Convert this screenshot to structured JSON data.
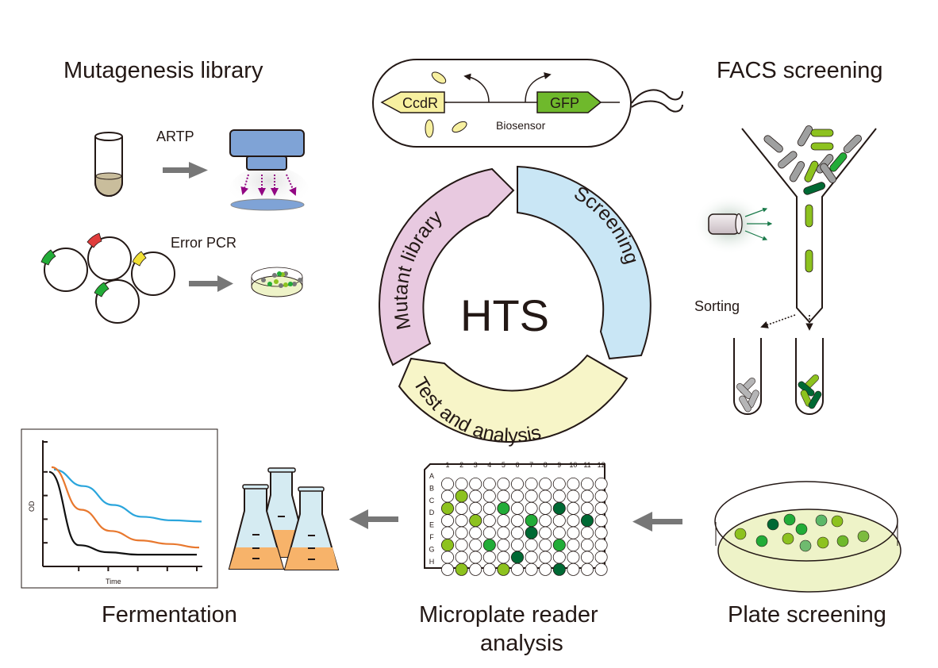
{
  "titles": {
    "mutagenesis": "Mutagenesis library",
    "facs": "FACS screening",
    "fermentation": "Fermentation",
    "microplate_line1": "Microplate reader",
    "microplate_line2": "analysis",
    "plate": "Plate screening"
  },
  "mutagenesis": {
    "artp_label": "ARTP",
    "error_pcr_label": "Error PCR"
  },
  "biosensor": {
    "label": "Biosensor",
    "gene_left": "CcdR",
    "gene_right": "GFP"
  },
  "cycle": {
    "center": "HTS",
    "segments": [
      {
        "label": "Mutant library",
        "color": "#e8c9e0"
      },
      {
        "label": "Screening",
        "color": "#c9e6f5"
      },
      {
        "label": "Test and analysis",
        "color": "#f7f5c8"
      }
    ]
  },
  "facs": {
    "sorting_label": "Sorting"
  },
  "chart_data": {
    "type": "line",
    "title": "",
    "xlabel": "Time",
    "ylabel": "OD",
    "grid": false,
    "x": [
      0,
      1,
      2,
      3,
      4,
      5
    ],
    "series": [
      {
        "name": "blue",
        "color": "#2aa5dc",
        "values": [
          4.1,
          3.4,
          2.6,
          2.1,
          1.95,
          1.9
        ]
      },
      {
        "name": "orange",
        "color": "#e8782e",
        "values": [
          4.2,
          2.4,
          1.5,
          1.1,
          0.95,
          0.8
        ]
      },
      {
        "name": "black",
        "color": "#111111",
        "values": [
          4.0,
          0.9,
          0.6,
          0.5,
          0.5,
          0.5
        ]
      }
    ]
  },
  "microplate": {
    "columns": [
      "1",
      "2",
      "3",
      "4",
      "5",
      "6",
      "7",
      "8",
      "9",
      "10",
      "11",
      "12"
    ],
    "rows": [
      "A",
      "B",
      "C",
      "D",
      "E",
      "F",
      "G",
      "H"
    ],
    "colors": {
      "lime": "#8dc21f",
      "mid": "#22ac38",
      "dark": "#006934"
    },
    "hits": [
      {
        "row": "B",
        "col": 2,
        "level": "lime"
      },
      {
        "row": "C",
        "col": 1,
        "level": "lime"
      },
      {
        "row": "C",
        "col": 5,
        "level": "mid"
      },
      {
        "row": "C",
        "col": 9,
        "level": "dark"
      },
      {
        "row": "D",
        "col": 3,
        "level": "lime"
      },
      {
        "row": "D",
        "col": 7,
        "level": "mid"
      },
      {
        "row": "D",
        "col": 11,
        "level": "dark"
      },
      {
        "row": "E",
        "col": 7,
        "level": "dark"
      },
      {
        "row": "F",
        "col": 1,
        "level": "lime"
      },
      {
        "row": "F",
        "col": 4,
        "level": "mid"
      },
      {
        "row": "F",
        "col": 9,
        "level": "mid"
      },
      {
        "row": "G",
        "col": 6,
        "level": "dark"
      },
      {
        "row": "H",
        "col": 2,
        "level": "lime"
      },
      {
        "row": "H",
        "col": 5,
        "level": "lime"
      },
      {
        "row": "H",
        "col": 9,
        "level": "dark"
      }
    ]
  }
}
